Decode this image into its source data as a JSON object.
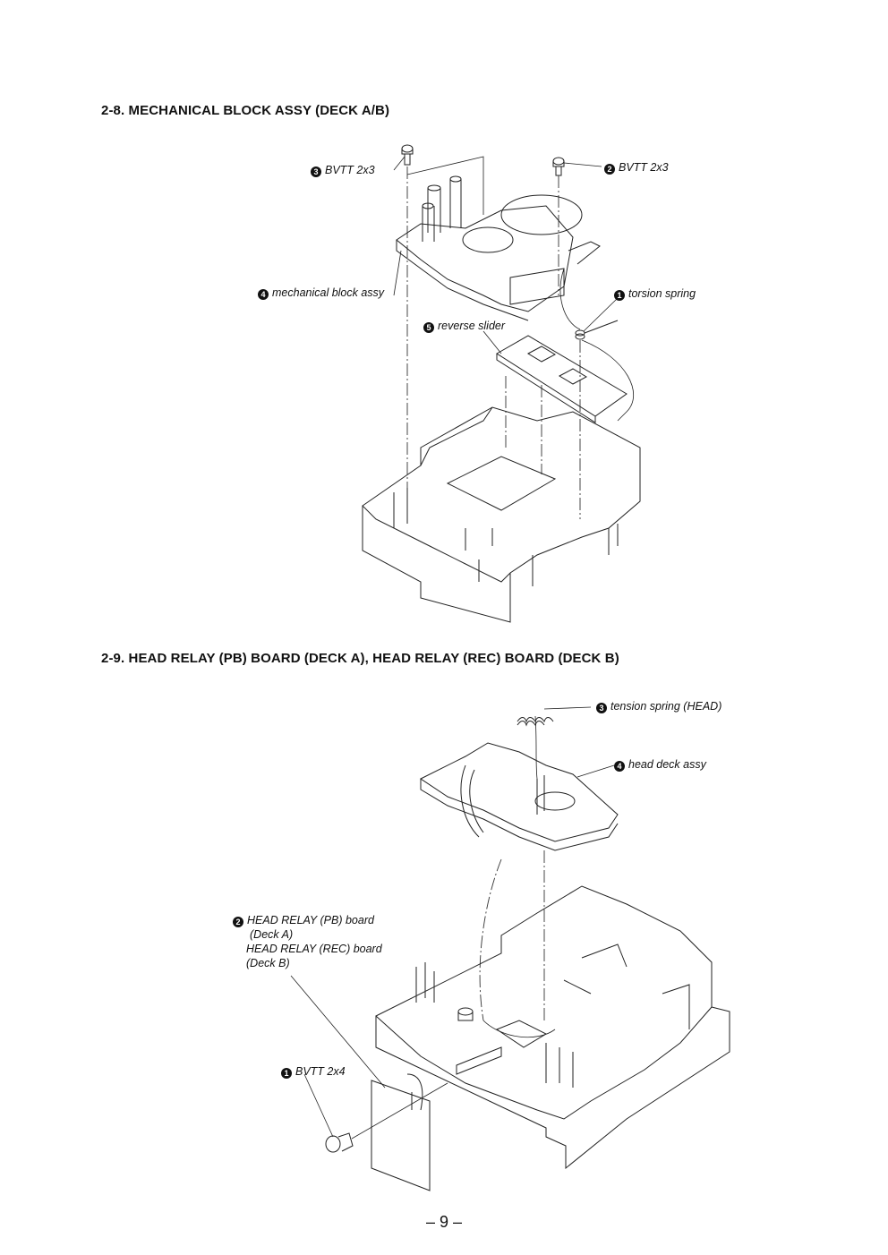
{
  "sections": [
    {
      "title": "2-8. MECHANICAL BLOCK ASSY (DECK A/B)",
      "callouts": [
        {
          "num": "3",
          "text": "BVTT 2x3"
        },
        {
          "num": "2",
          "text": "BVTT 2x3"
        },
        {
          "num": "4",
          "text": "mechanical block assy"
        },
        {
          "num": "1",
          "text": "torsion spring"
        },
        {
          "num": "5",
          "text": "reverse slider"
        }
      ]
    },
    {
      "title": "2-9. HEAD RELAY (PB) BOARD (DECK A), HEAD RELAY (REC) BOARD (DECK B)",
      "callouts": [
        {
          "num": "3",
          "text": "tension spring (HEAD)"
        },
        {
          "num": "4",
          "text": "head deck assy"
        },
        {
          "num": "2",
          "lines": [
            "HEAD RELAY (PB) board",
            "(Deck A)",
            "HEAD RELAY (REC) board",
            "(Deck B)"
          ]
        },
        {
          "num": "1",
          "text": "BVTT 2x4"
        }
      ]
    }
  ],
  "page_number": "– 9 –"
}
